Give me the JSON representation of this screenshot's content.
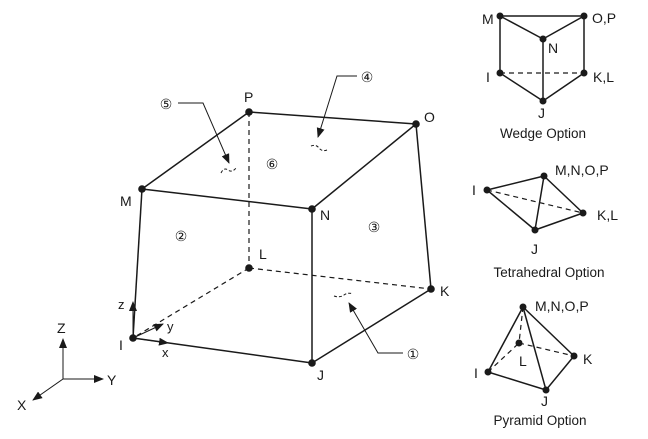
{
  "main_element": {
    "nodes": {
      "I": "I",
      "J": "J",
      "K": "K",
      "L": "L",
      "M": "M",
      "N": "N",
      "O": "O",
      "P": "P"
    },
    "faces": [
      "①",
      "②",
      "③",
      "④",
      "⑤",
      "⑥"
    ],
    "axes_local": {
      "x": "x",
      "y": "y",
      "z": "z"
    },
    "axes_global": {
      "X": "X",
      "Y": "Y",
      "Z": "Z"
    }
  },
  "wedge": {
    "caption": "Wedge Option",
    "labels": {
      "M": "M",
      "N": "N",
      "OP": "O,P",
      "I": "I",
      "KL": "K,L",
      "J": "J"
    }
  },
  "tetrahedral": {
    "caption": "Tetrahedral Option",
    "labels": {
      "MNOP": "M,N,O,P",
      "I": "I",
      "KL": "K,L",
      "J": "J"
    }
  },
  "pyramid": {
    "caption": "Pyramid Option",
    "labels": {
      "MNOP": "M,N,O,P",
      "L": "L",
      "K": "K",
      "I": "I",
      "J": "J"
    }
  }
}
